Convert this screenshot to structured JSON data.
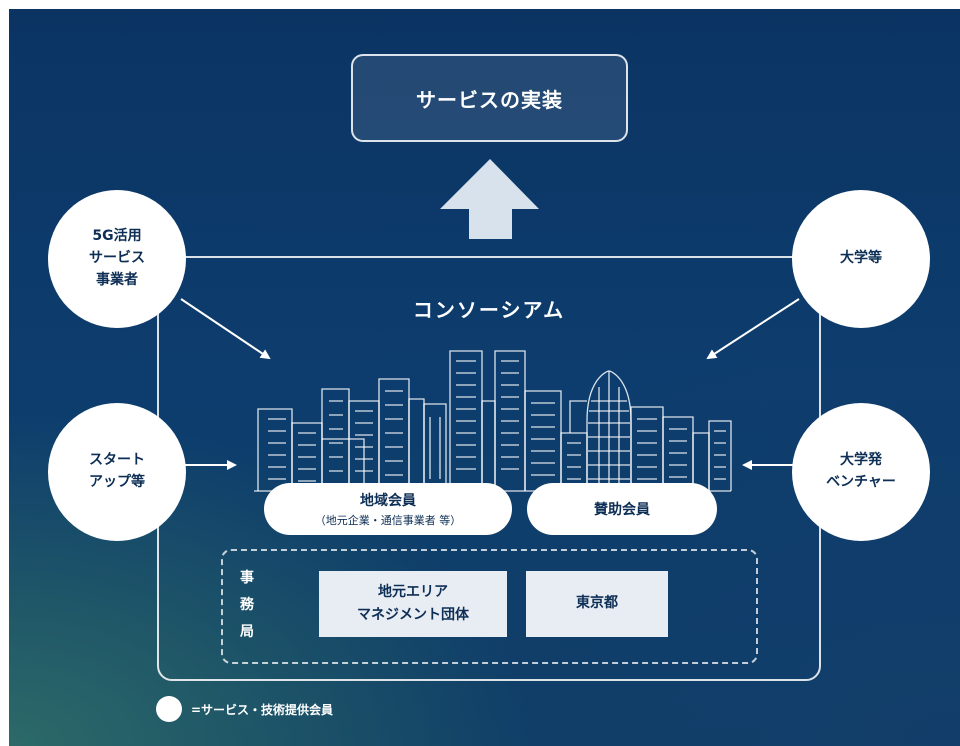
{
  "top_box": {
    "label": "サービスの実装"
  },
  "consortium": {
    "title": "コンソーシアム"
  },
  "members": {
    "left_top": "5G活用\nサービス\n事業者",
    "left_bottom": "スタート\nアップ等",
    "right_top": "大学等",
    "right_bottom": "大学発\nベンチャー"
  },
  "membership": {
    "regional": {
      "label": "地域会員",
      "sub": "（地元企業・通信事業者 等）"
    },
    "supporting": {
      "label": "賛助会員"
    }
  },
  "secretariat": {
    "label": "事\n務\n局",
    "items": [
      "地元エリア\nマネジメント団体",
      "東京都"
    ]
  },
  "legend": {
    "text": "=サービス・技術提供会員"
  },
  "colors": {
    "background": "#0d3d6e",
    "foreground": "#ffffff",
    "accent_text": "#0d2e55",
    "arrow_fill": "#d7e2ec"
  }
}
